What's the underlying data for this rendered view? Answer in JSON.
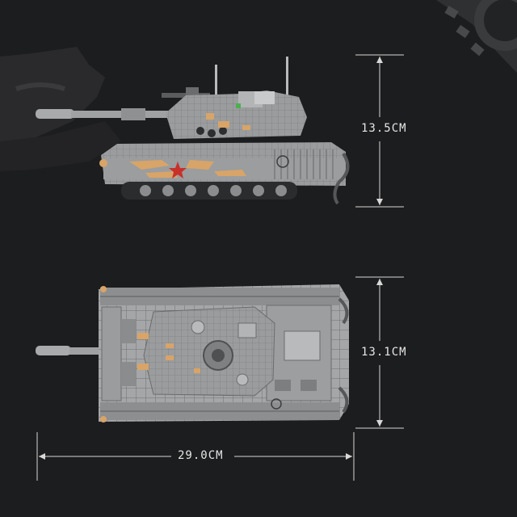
{
  "dimensions": {
    "height_side": "13.5CM",
    "height_top": "13.1CM",
    "length": "29.0CM"
  },
  "colors": {
    "background": "#1c1d1e",
    "tank_body": "#9a9c9e",
    "tank_dark": "#5e6062",
    "camo_accent": "#d8a468",
    "star": "#c8302a",
    "dimension_line": "#d8d8d8"
  },
  "subject": {
    "side_view": "tank-side-icon",
    "top_view": "tank-top-icon"
  }
}
